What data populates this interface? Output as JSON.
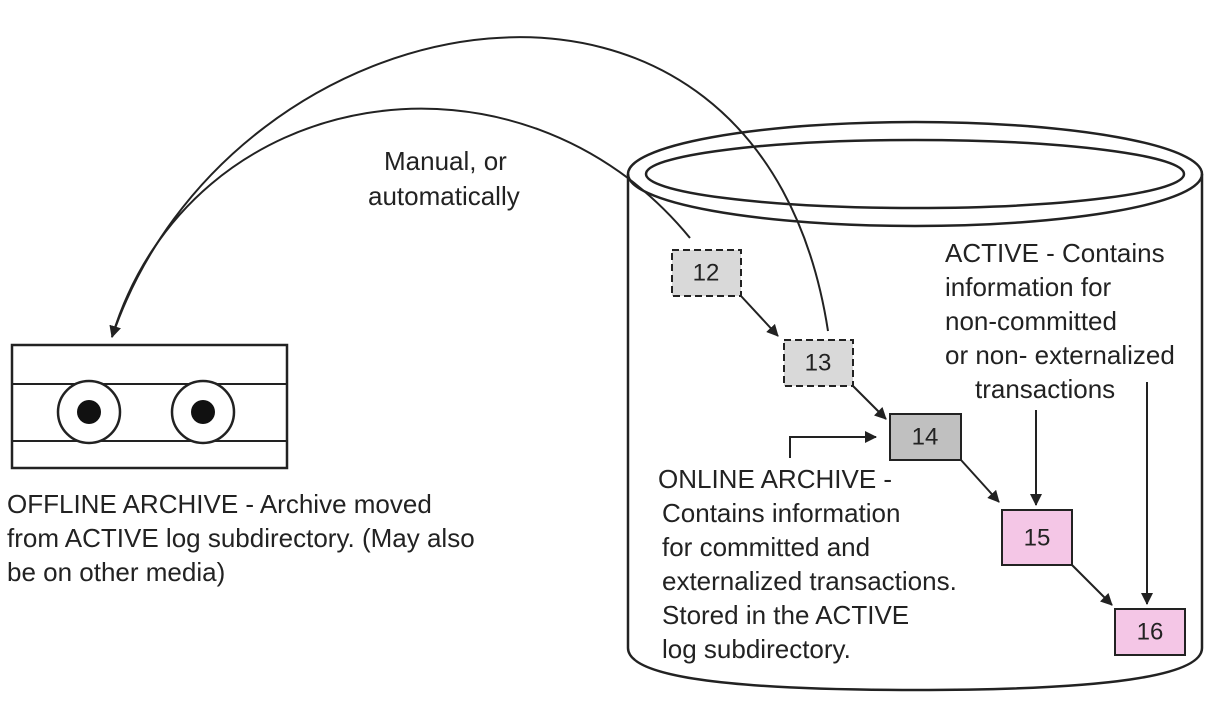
{
  "diagram": {
    "transfer_label": [
      "Manual, or",
      "automatically"
    ],
    "offline_label": [
      "OFFLINE ARCHIVE - Archive moved",
      "from ACTIVE log subdirectory. (May also",
      "be on other media)"
    ],
    "online_label": [
      "ONLINE ARCHIVE -",
      "Contains information",
      "for committed and",
      "externalized transactions.",
      "Stored in the ACTIVE",
      "log subdirectory."
    ],
    "active_label": [
      "ACTIVE - Contains",
      "information for",
      "non-committed",
      "or non- externalized",
      "transactions"
    ],
    "log_files": [
      {
        "id": "12",
        "state": "offline"
      },
      {
        "id": "13",
        "state": "offline"
      },
      {
        "id": "14",
        "state": "online"
      },
      {
        "id": "15",
        "state": "active"
      },
      {
        "id": "16",
        "state": "active"
      }
    ],
    "colors": {
      "offline_fill": "#d9d9d9",
      "online_fill": "#c0c0c0",
      "active_fill": "#f4c6e6",
      "stroke": "#222222"
    }
  }
}
